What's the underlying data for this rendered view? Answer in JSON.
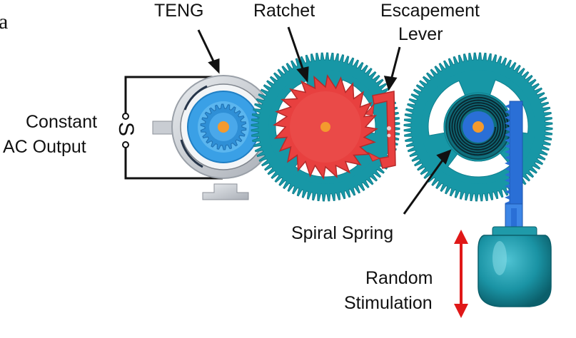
{
  "panel_letter": "a",
  "labels": {
    "teng": "TENG",
    "ratchet": "Ratchet",
    "escapement_line1": "Escapement",
    "escapement_line2": "Lever",
    "constant_line1": "Constant",
    "constant_line2": "AC Output",
    "spiral_spring": "Spiral Spring",
    "random_line1": "Random",
    "random_line2": "Stimulation",
    "ac_symbol": "S"
  },
  "colors": {
    "gear_teal": "#1797a6",
    "gear_teal_dark": "#0f7f8d",
    "ratchet_red": "#e8403f",
    "hub_orange": "#f39a2e",
    "teng_blue": "#3aa0e6",
    "teng_silver": "#c9cdd3",
    "rack_blue": "#2a6fd6",
    "arrow_red": "#e01818",
    "wire": "#111111"
  }
}
